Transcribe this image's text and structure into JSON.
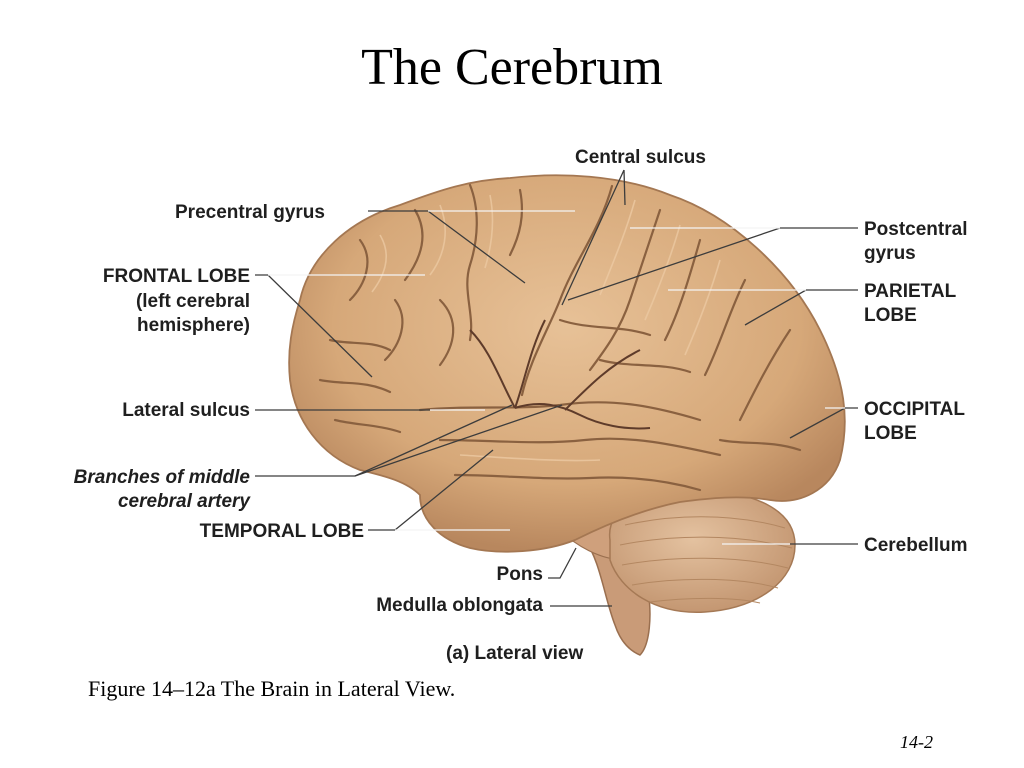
{
  "slide": {
    "title": "The Cerebrum",
    "caption": "Figure 14–12a The Brain in Lateral View.",
    "page_number": "14-2"
  },
  "figure": {
    "view_label": "(a) Lateral view",
    "labels": {
      "central_sulcus": "Central sulcus",
      "precentral_gyrus": "Precentral gyrus",
      "postcentral_gyrus_1": "Postcentral",
      "postcentral_gyrus_2": "gyrus",
      "frontal_lobe_1": "FRONTAL LOBE",
      "frontal_lobe_2": "(left cerebral",
      "frontal_lobe_3": "hemisphere)",
      "parietal_lobe_1": "PARIETAL",
      "parietal_lobe_2": "LOBE",
      "lateral_sulcus": "Lateral sulcus",
      "occipital_lobe_1": "OCCIPITAL",
      "occipital_lobe_2": "LOBE",
      "branches_1": "Branches of middle",
      "branches_2": "cerebral artery",
      "temporal_lobe": "TEMPORAL LOBE",
      "cerebellum": "Cerebellum",
      "pons": "Pons",
      "medulla": "Medulla oblongata"
    },
    "colors": {
      "cortex": "#d9ad82",
      "gyri_highlight": "#e9c49b",
      "sulci": "#8a6140",
      "cerebellum": "#d8b08a",
      "brainstem": "#c99b78"
    }
  }
}
